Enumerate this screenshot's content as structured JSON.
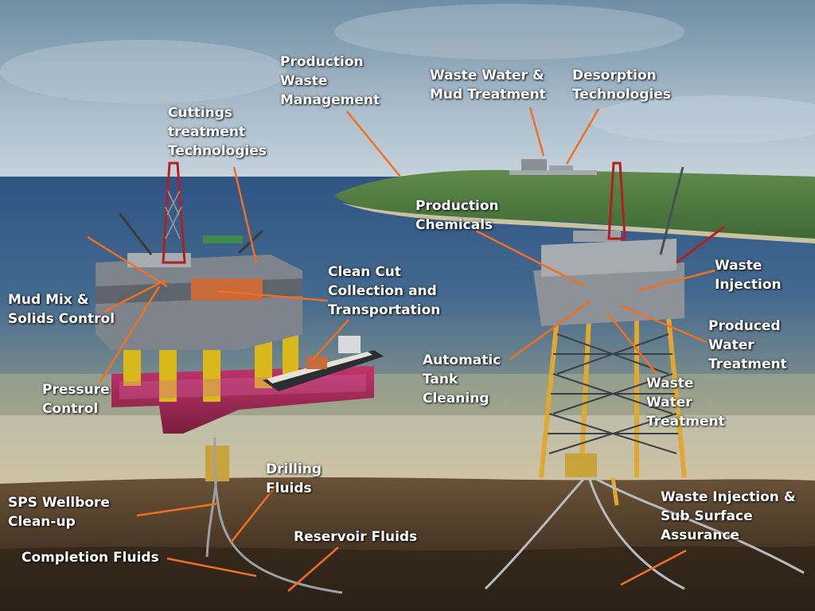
{
  "labels": {
    "production_waste_management": "Production\nWaste\nManagement",
    "waste_water_mud_treatment": "Waste Water &\nMud Treatment",
    "desorption_technologies": "Desorption\nTechnologies",
    "cuttings_treatment_technologies": "Cuttings\ntreatment\nTechnologies",
    "production_chemicals": "Production\nChemicals",
    "waste_injection": "Waste\nInjection",
    "clean_cut_collection": "Clean Cut\nCollection and\nTransportation",
    "mud_mix_solids_control": "Mud Mix &\nSolids Control",
    "produced_water_treatment": "Produced\nWater\nTreatment",
    "automatic_tank_cleaning": "Automatic\nTank\nCleaning",
    "waste_water_treatment": "Waste\nWater\nTreatment",
    "pressure_control": "Pressure\nControl",
    "drilling_fluids": "Drilling\nFluids",
    "sps_wellbore_cleanup": "SPS Wellbore\nClean-up",
    "waste_injection_subsurface": "Waste Injection &\nSub Surface\nAssurance",
    "reservoir_fluids": "Reservoir Fluids",
    "completion_fluids": "Completion Fluids"
  },
  "colors": {
    "leader_line": "#f07020",
    "label_text": "#ffffff",
    "sky_top": "#6f8fa6",
    "sea": "#3a5e8a",
    "seabed": "#4a3a2a"
  }
}
